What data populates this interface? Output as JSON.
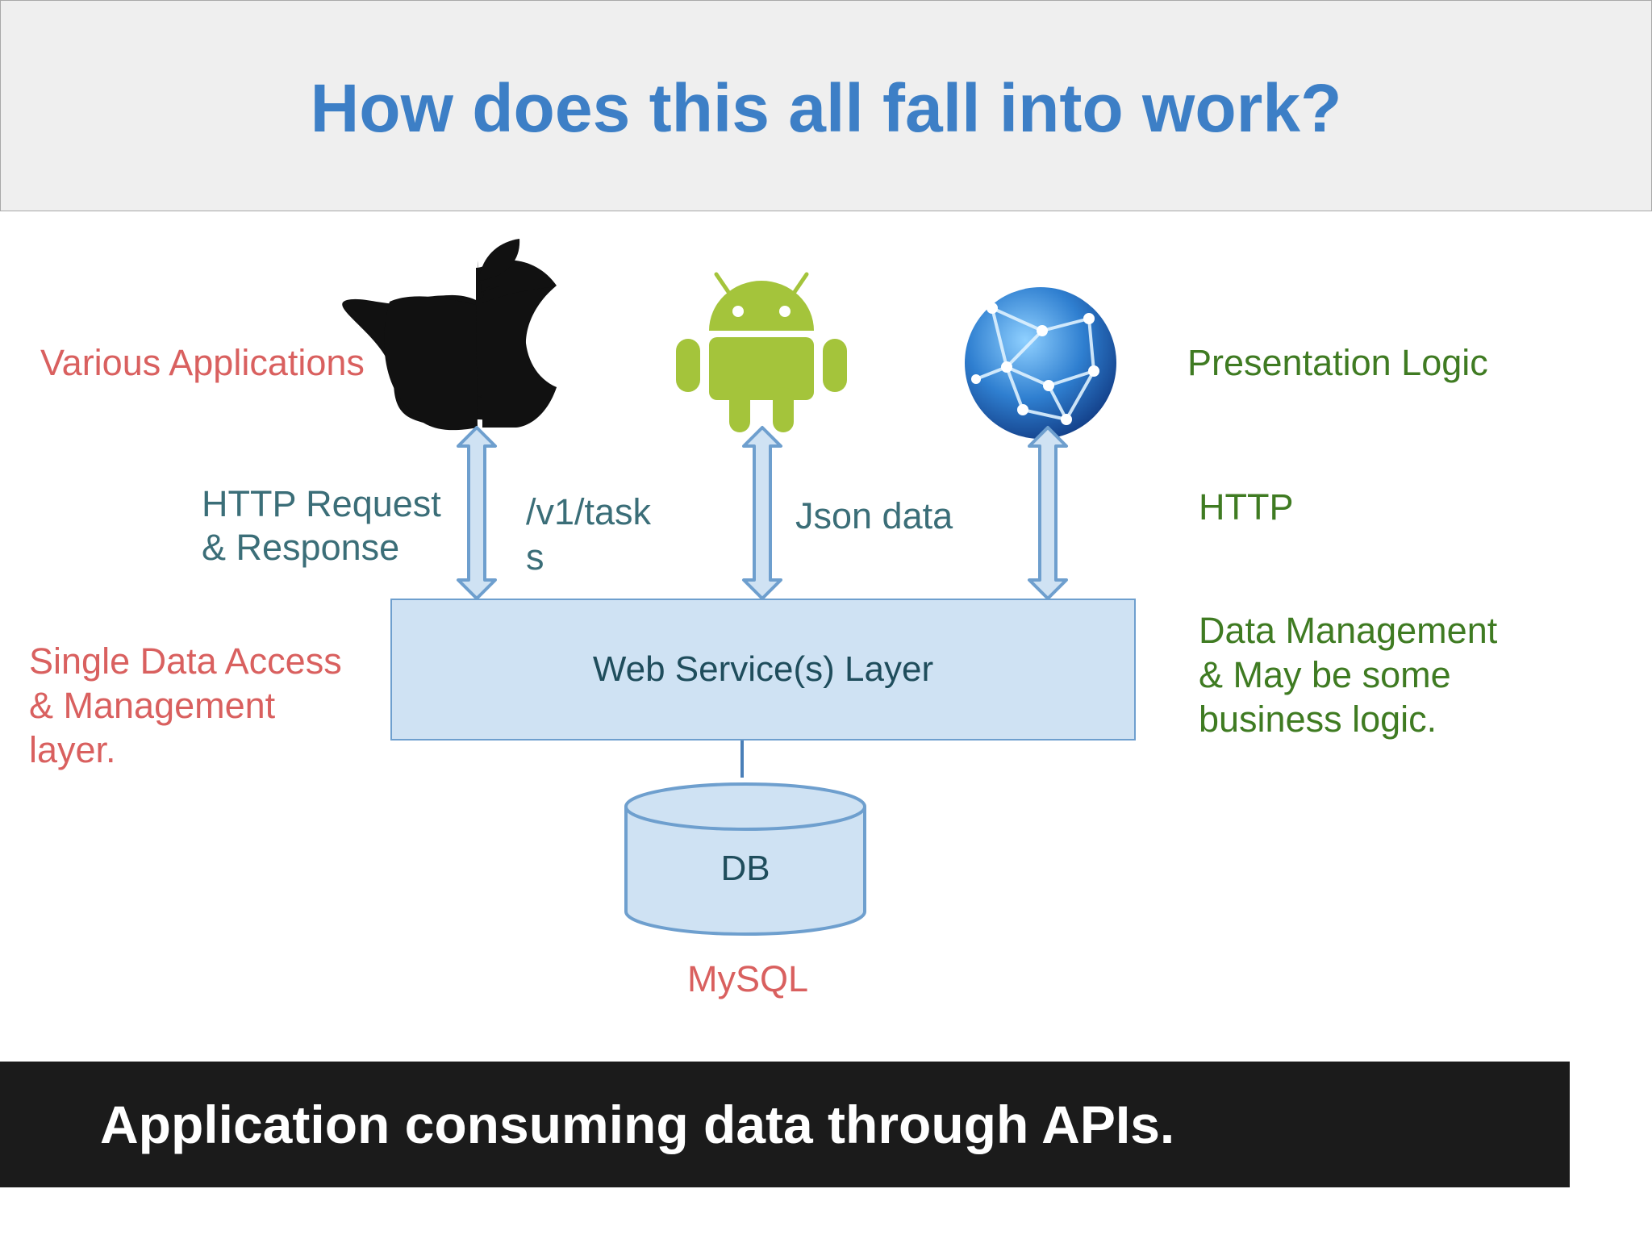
{
  "header": {
    "title": "How does this all fall into work?"
  },
  "left_labels": {
    "various_applications": "Various Applications",
    "http_request_line1": "HTTP Request",
    "http_request_line2": "& Response",
    "single_access_line1": "Single Data Access",
    "single_access_line2": "& Management",
    "single_access_line3": "layer."
  },
  "middle_labels": {
    "endpoint_line1": "/v1/task",
    "endpoint_line2": "s",
    "json_data": "Json data"
  },
  "right_labels": {
    "presentation_logic": "Presentation Logic",
    "http": "HTTP",
    "data_mgmt_line1": "Data Management",
    "data_mgmt_line2": "& May be some",
    "data_mgmt_line3": "business logic."
  },
  "web_service": {
    "label": "Web Service(s) Layer"
  },
  "database": {
    "label": "DB",
    "engine": "MySQL"
  },
  "footer": {
    "caption": "Application consuming data through APIs."
  },
  "icons": [
    "apple-logo-icon",
    "android-robot-icon",
    "globe-network-icon"
  ],
  "colors": {
    "title_blue": "#3d7fc6",
    "left_red": "#d9605f",
    "right_green": "#3f7b22",
    "box_fill": "#cfe2f3",
    "box_border": "#6e9fce"
  }
}
